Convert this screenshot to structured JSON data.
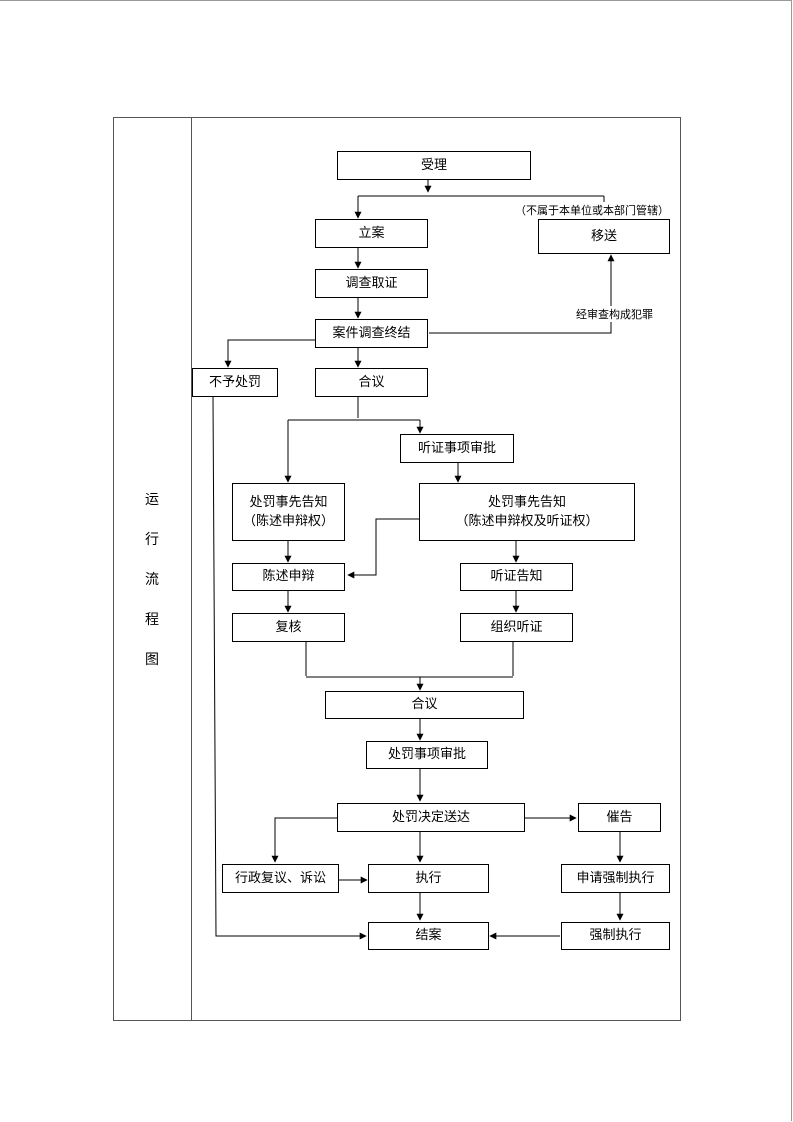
{
  "side_title": [
    "运",
    "行",
    "流",
    "程",
    "图"
  ],
  "nodes": {
    "accept": "受理",
    "register": "立案",
    "transfer": "移送",
    "investigate": "调查取证",
    "conclude": "案件调查终结",
    "no_penalty": "不予处罚",
    "deliberate1": "合议",
    "hearing_approval": "听证事项审批",
    "notice_a_line1": "处罚事先告知",
    "notice_a_line2": "（陈述申辩权）",
    "notice_b_line1": "处罚事先告知",
    "notice_b_line2": "（陈述申辩权及听证权）",
    "statement": "陈述申辩",
    "hearing_notice": "听证告知",
    "review": "复核",
    "organize_hearing": "组织听证",
    "deliberate2": "合议",
    "penalty_approval": "处罚事项审批",
    "decision_delivery": "处罚决定送达",
    "urge": "催告",
    "admin_review": "行政复议、诉讼",
    "execute": "执行",
    "apply_enforce": "申请强制执行",
    "close_case": "结案",
    "enforce": "强制执行"
  },
  "notes": {
    "not_jurisdiction": "（不属于本单位或本部门管辖）",
    "crime": "经审查构成犯罪"
  }
}
